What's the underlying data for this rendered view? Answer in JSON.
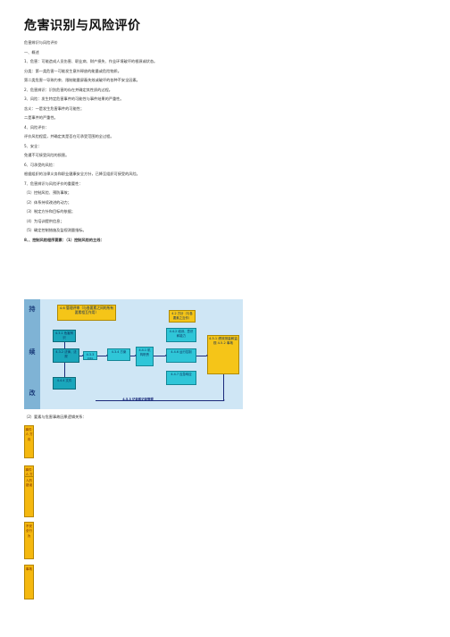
{
  "title": "危害识别与风险评价",
  "lines": [
    {
      "text": "危害辨识与风险评价",
      "bold": false
    },
    {
      "text": "一、概述",
      "bold": false
    },
    {
      "text": "1、危害：可能造成人员伤害、职业病、财产损失、作业环境破坏的根源或状态。",
      "bold": false
    },
    {
      "text": "分类：第一类危害—可能发生意外释放的能量或危险物质。",
      "bold": false
    },
    {
      "text": "第二类危害—导致约束、限制能量屏蔽失效或破坏的各种不安全因素。",
      "bold": false
    },
    {
      "text": "2、危害辨识：识别危害的存在并确定其性质的过程。",
      "bold": false
    },
    {
      "text": "3、风险：发生特定危害事件的可能性与事件结果的严重性。",
      "bold": false
    },
    {
      "text": "含义：一是发生危害事件的可能性；",
      "bold": false
    },
    {
      "text": "二是事件的严重性。",
      "bold": false
    },
    {
      "text": "4、风险评价：",
      "bold": false
    },
    {
      "text": "评价风险程度，并确定其是否在可承受范围的全过程。",
      "bold": false
    },
    {
      "text": "5、安全：",
      "bold": false
    },
    {
      "text": "免遭不可接受风险的损害。",
      "bold": false
    },
    {
      "text": "6、可承受的风险：",
      "bold": false
    },
    {
      "text": "根据组织的法律义务和职业健康安全方针，已降至组织可接受的风险。",
      "bold": false
    },
    {
      "text": "7、危害辨识与风险评价的重要性：",
      "bold": false
    },
    {
      "text": "（1）控制风险、预防事故；",
      "bold": false
    },
    {
      "text": "（2）体系持续改进的动力；",
      "bold": false
    },
    {
      "text": "（3）制定方针和目标的依据；",
      "bold": false
    },
    {
      "text": "（4）为培训提供信息；",
      "bold": false
    },
    {
      "text": "（5）确定控制措施及监视测量指标。",
      "bold": false
    },
    {
      "text": "8、、控制风险程序要素：（1）控制风险的主线：",
      "bold": true
    }
  ],
  "flow": {
    "left_labels": [
      "持",
      "续",
      "改"
    ],
    "boxes": {
      "b46": "4.6 管理评审（与各要素之间的所有要素相互作用）",
      "b42": "4.2 方针（与各要素之互作）",
      "b431": "4.3.1 危害辨识",
      "b432": "4.3.2 法律、法规",
      "b433": "4.3.3 目标",
      "b434": "4.3.4 方案",
      "b441": "4.4.1 机构职责",
      "b442": "4.4.2 培训、意识和能力",
      "b446": "4.4.6 运行控制",
      "b447": "4.4.7 应急响应",
      "b451": "4.5.1 绩效测量和监视 4.5.2 事故",
      "b44": "4.4.4 文件",
      "b453": "4.5.3 记录和记录管理"
    }
  },
  "caption2": "（2）要素与危害事故因果逻辑关系：",
  "vboxes": [
    "事件·人·方向",
    "事件·人·方向",
    "人的错误",
    "不安全行为",
    "事故"
  ]
}
